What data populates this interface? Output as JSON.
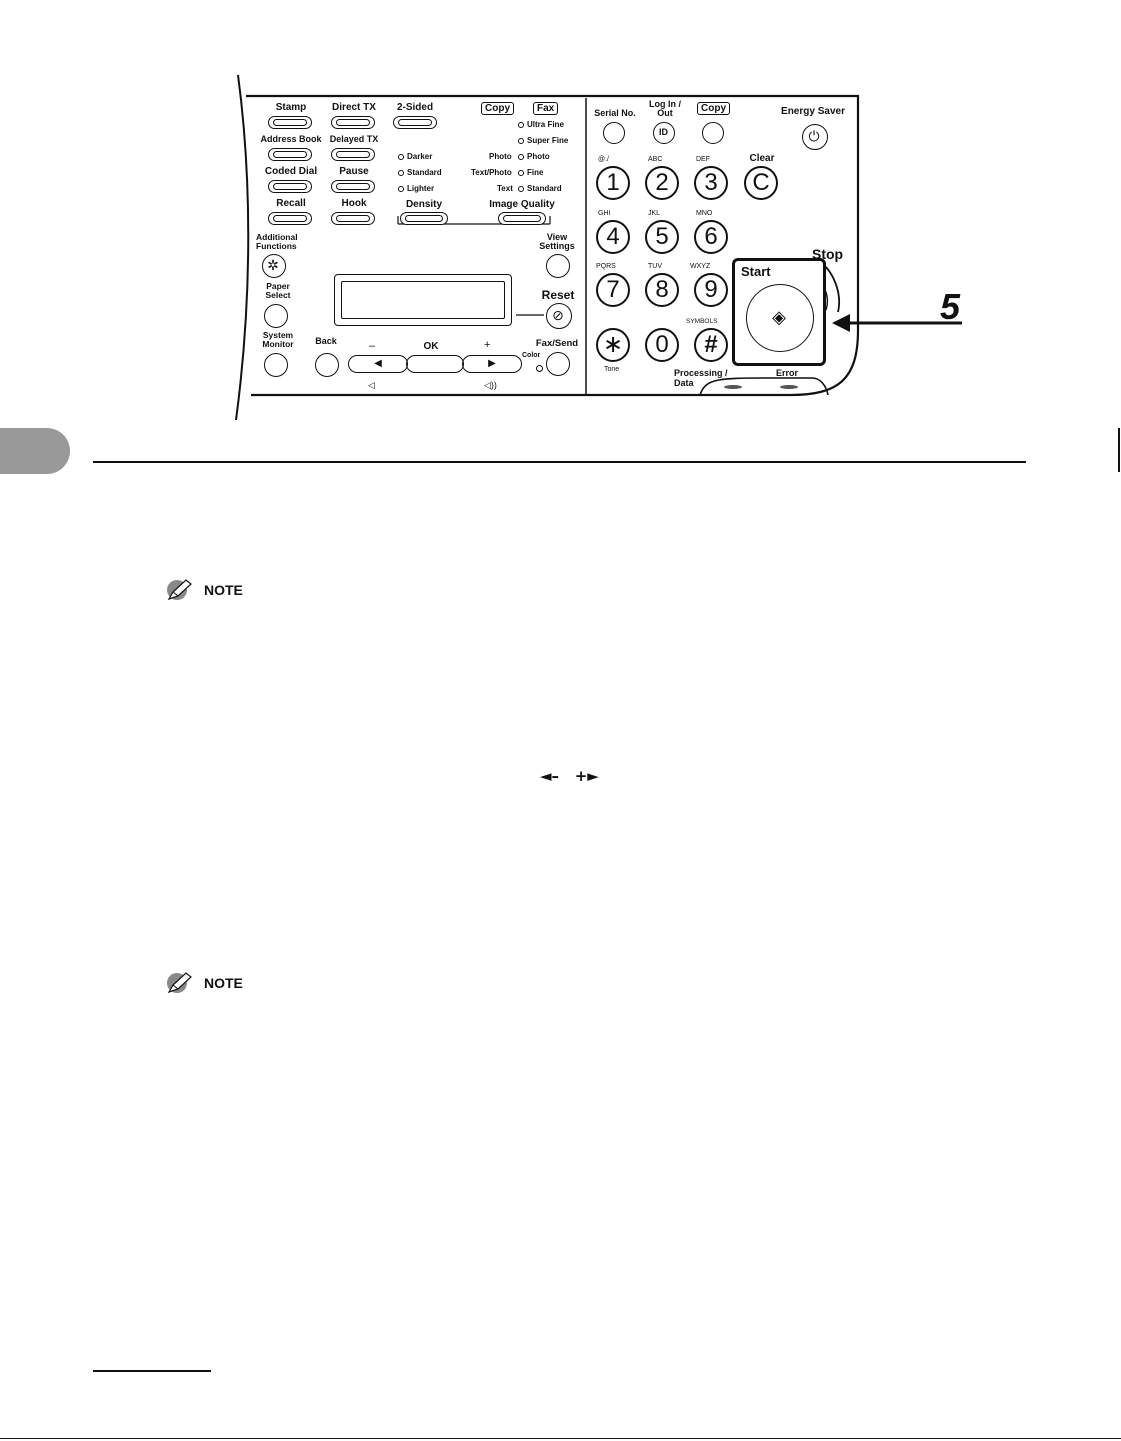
{
  "panel": {
    "function_buttons": {
      "stamp": "Stamp",
      "direct_tx": "Direct TX",
      "two_sided": "2-Sided",
      "address_book": "Address Book",
      "delayed_tx": "Delayed TX",
      "coded_dial": "Coded Dial",
      "pause": "Pause",
      "recall": "Recall",
      "hook": "Hook"
    },
    "mode_tags": {
      "copy": "Copy",
      "fax": "Fax"
    },
    "density": {
      "label": "Density",
      "levels": [
        "Darker",
        "Standard",
        "Lighter"
      ]
    },
    "image_quality": {
      "label": "Image Quality",
      "copy_options": [
        "Photo",
        "Text/Photo",
        "Text"
      ],
      "fax_options": [
        "Ultra Fine",
        "Super Fine",
        "Photo",
        "Fine",
        "Standard"
      ]
    },
    "left_buttons": {
      "additional_functions": "Additional Functions",
      "paper_select": "Paper Select",
      "system_monitor": "System Monitor",
      "back": "Back"
    },
    "center": {
      "view_settings": "View Settings",
      "reset": "Reset",
      "ok": "OK",
      "minus": "–",
      "plus": "+",
      "fax_send": "Fax/Send",
      "color": "Color"
    },
    "top_right": {
      "serial_no": "Serial No.",
      "log_in_out": "Log In / Out",
      "copy": "Copy",
      "energy_saver": "Energy Saver"
    },
    "keypad": {
      "keys": [
        {
          "digit": "1",
          "sub": "@./"
        },
        {
          "digit": "2",
          "sub": "ABC"
        },
        {
          "digit": "3",
          "sub": "DEF"
        },
        {
          "digit": "4",
          "sub": "GHI"
        },
        {
          "digit": "5",
          "sub": "JKL"
        },
        {
          "digit": "6",
          "sub": "MNO"
        },
        {
          "digit": "7",
          "sub": "PQRS"
        },
        {
          "digit": "8",
          "sub": "TUV"
        },
        {
          "digit": "9",
          "sub": "WXYZ"
        },
        {
          "digit": "∗",
          "sub": "Tone"
        },
        {
          "digit": "0",
          "sub": ""
        },
        {
          "digit": "#",
          "sub": "SYMBOLS"
        }
      ],
      "clear": "Clear",
      "clear_key": "C"
    },
    "start": "Start",
    "stop": "Stop",
    "step_callout": "5",
    "indicators": {
      "processing": "Processing / Data",
      "error": "Error"
    }
  },
  "document": {
    "note1_label": "NOTE",
    "note2_label": "NOTE",
    "arrow_keys_text": "◄–   +►"
  }
}
